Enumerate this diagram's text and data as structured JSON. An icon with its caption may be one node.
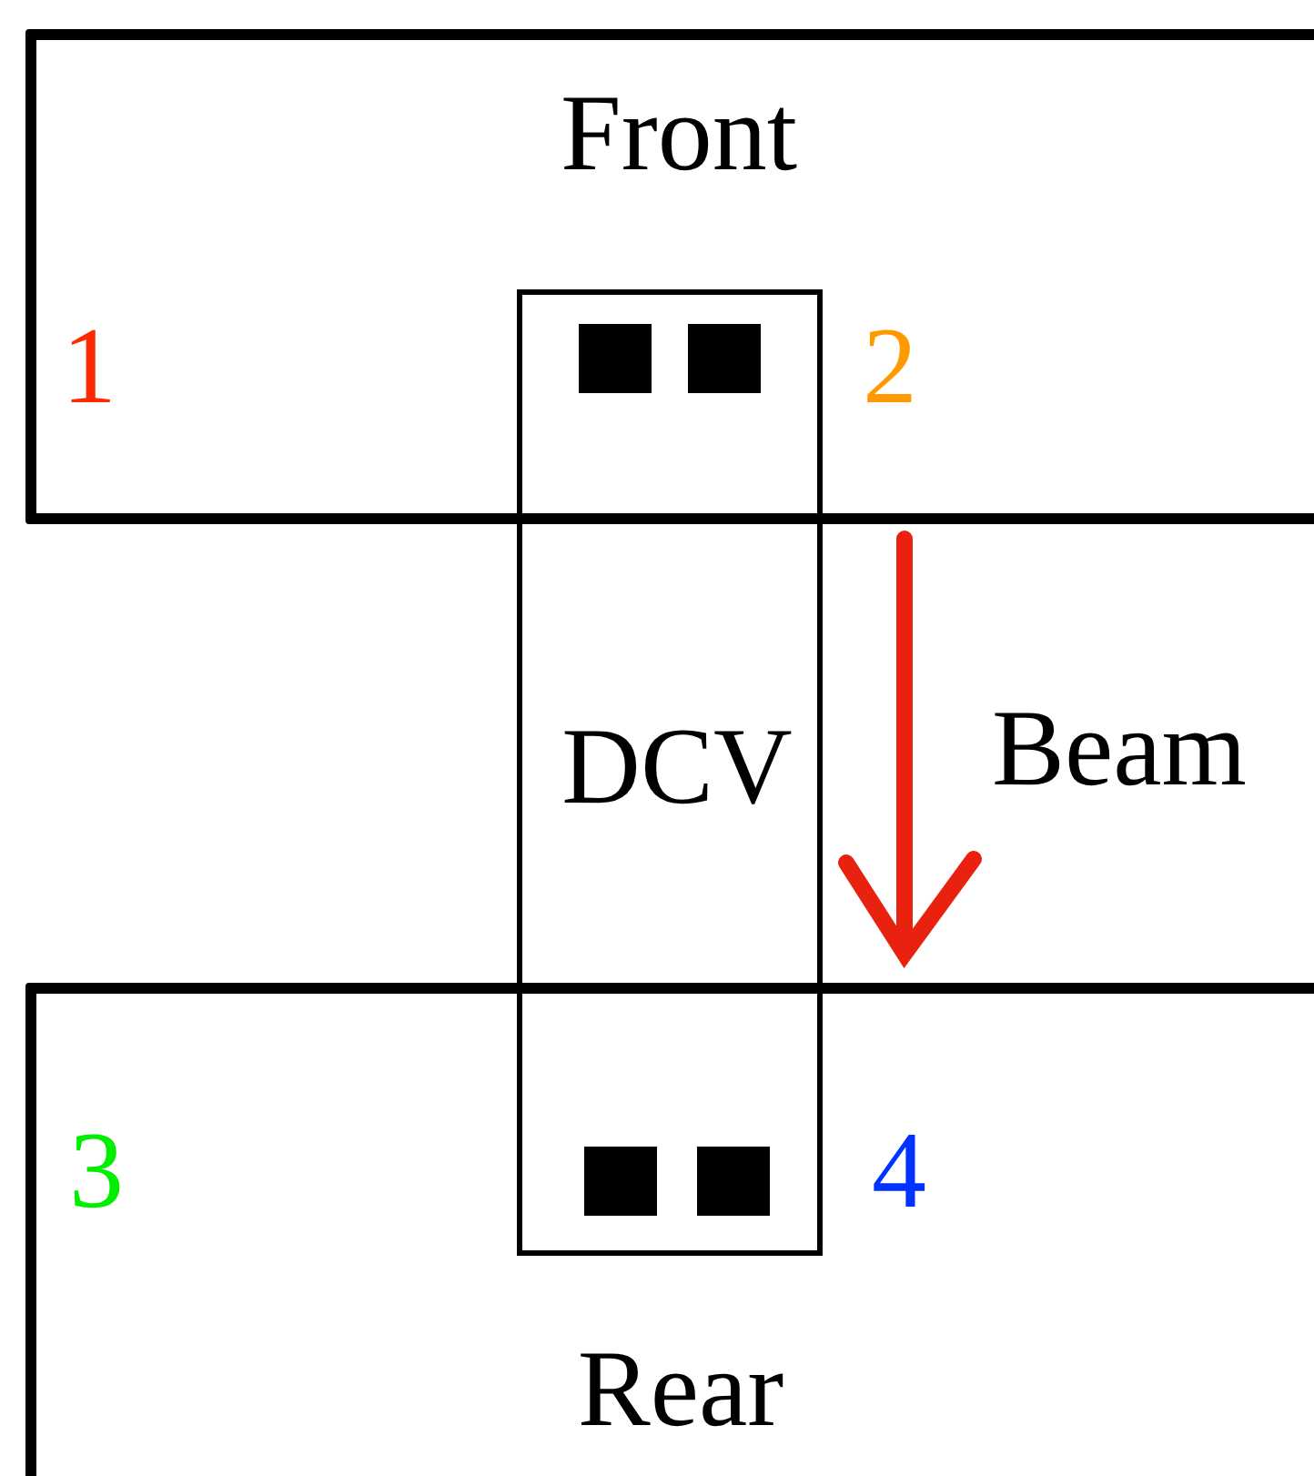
{
  "diagram": {
    "nodes": [
      {
        "text": [
          "Front",
          "1",
          "2"
        ]
      },
      {
        "text": [
          "3",
          "4",
          "Rear"
        ]
      },
      {
        "text": [
          "DCV"
        ]
      }
    ],
    "edges": [],
    "labels": [
      "Beam"
    ]
  }
}
